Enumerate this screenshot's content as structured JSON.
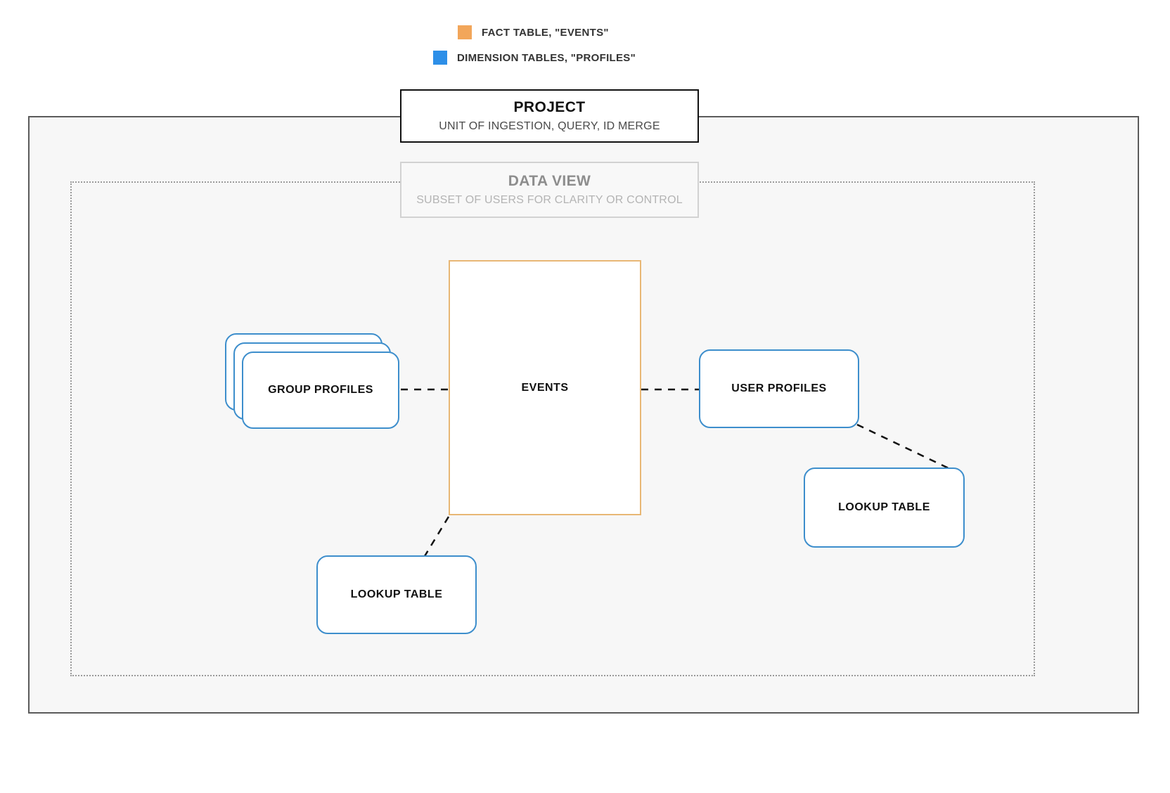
{
  "legend": {
    "items": [
      {
        "label": "FACT TABLE, \"EVENTS\"",
        "color": "#f2a65a",
        "icon": "fact-table-swatch"
      },
      {
        "label": "DIMENSION TABLES, \"PROFILES\"",
        "color": "#2d8fe8",
        "icon": "dimension-table-swatch"
      }
    ]
  },
  "project": {
    "title": "PROJECT",
    "subtitle": "UNIT OF INGESTION, QUERY, ID MERGE",
    "border_color": "#111111"
  },
  "data_view": {
    "title": "DATA VIEW",
    "subtitle": "SUBSET OF USERS FOR CLARITY OR CONTROL",
    "border_color": "#d2d2d2"
  },
  "nodes": {
    "events": {
      "label": "EVENTS",
      "type": "fact-table",
      "color": "#e8b775"
    },
    "group_profiles": {
      "label": "GROUP PROFILES",
      "type": "dimension-table-stack",
      "color": "#3d8ecc",
      "stack_count": 3
    },
    "user_profiles": {
      "label": "USER PROFILES",
      "type": "dimension-table",
      "color": "#3d8ecc"
    },
    "lookup_left": {
      "label": "LOOKUP TABLE",
      "type": "dimension-table",
      "color": "#3d8ecc"
    },
    "lookup_right": {
      "label": "LOOKUP TABLE",
      "type": "dimension-table",
      "color": "#3d8ecc"
    }
  },
  "connections": [
    {
      "from": "group_profiles",
      "to": "events",
      "style": "dashed"
    },
    {
      "from": "events",
      "to": "user_profiles",
      "style": "dashed"
    },
    {
      "from": "events",
      "to": "lookup_left",
      "style": "dashed"
    },
    {
      "from": "user_profiles",
      "to": "lookup_right",
      "style": "dashed"
    }
  ],
  "frames": {
    "project_frame_color": "#5b5b5b",
    "project_frame_fill": "#f7f7f7",
    "data_view_frame_color": "#9a9a9a"
  }
}
